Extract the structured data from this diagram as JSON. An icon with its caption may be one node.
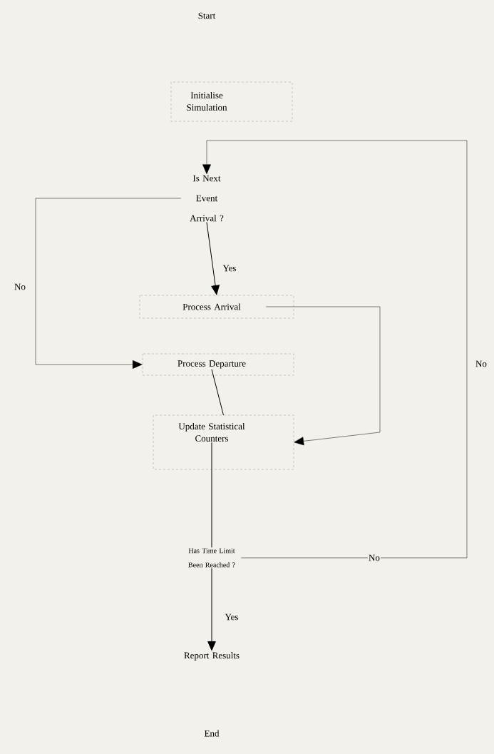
{
  "diagram": {
    "nodes": [
      {
        "text": [
          "Start"
        ]
      },
      {
        "text": [
          "Initialise Simulation"
        ]
      },
      {
        "text": [
          "Is Next Event Arrival ?"
        ]
      },
      {
        "text": [
          "Process Arrival"
        ]
      },
      {
        "text": [
          "Process Departure"
        ]
      },
      {
        "text": [
          "Update Statistical Counters"
        ]
      },
      {
        "text": [
          "Has Time Limit Been Reached ?"
        ]
      },
      {
        "text": [
          "Report Results"
        ]
      },
      {
        "text": [
          "End"
        ]
      }
    ],
    "edges": [
      {
        "from": 2,
        "to": 3,
        "arrow": "to",
        "label": "Yes"
      },
      {
        "from": 2,
        "to": 4,
        "arrow": "to",
        "label": "No"
      },
      {
        "from": 3,
        "to": 5,
        "arrow": "to"
      },
      {
        "from": 4,
        "to": 5,
        "arrow": "none"
      },
      {
        "from": 5,
        "to": 6,
        "arrow": "none"
      },
      {
        "from": 6,
        "to": 7,
        "arrow": "to",
        "label": "Yes"
      },
      {
        "from": 6,
        "to": 2,
        "arrow": "to",
        "label": "No"
      }
    ],
    "labels": [
      "No"
    ]
  }
}
